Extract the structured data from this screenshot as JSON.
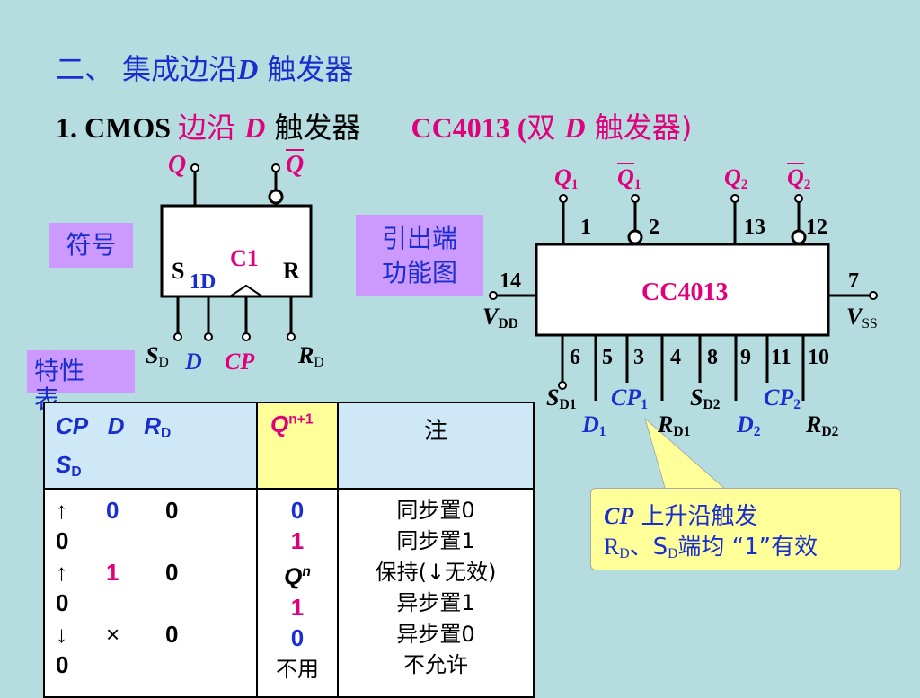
{
  "title": {
    "prefix": "二、 集成边沿",
    "d": "D",
    "suffix": " 触发器"
  },
  "subtitle": {
    "num": "1. CMOS ",
    "edge": "边沿 ",
    "d": "D",
    "trig": " 触发器",
    "chip": "CC4013 (",
    "dual": "双 ",
    "d2": "D",
    "trig2": " 触发器)"
  },
  "labels": {
    "symbol": "符号",
    "pinout_line1": "引出端",
    "pinout_line2": "功能图",
    "characteristic_line1": "特性",
    "characteristic_line2": "表"
  },
  "symbol": {
    "q": "Q",
    "qbar": "Q",
    "s": "S",
    "r": "R",
    "c1": "C1",
    "d1": "1D",
    "sd": "S",
    "sd_sub": "D",
    "d": "D",
    "cp": "CP",
    "rd": "R",
    "rd_sub": "D"
  },
  "chip": {
    "name": "CC4013",
    "top_pins": [
      "1",
      "2",
      "13",
      "12"
    ],
    "bottom_pins": [
      "6",
      "5",
      "3",
      "4",
      "8",
      "9",
      "11",
      "10"
    ],
    "left_pin": "14",
    "right_pin": "7",
    "vdd": "V",
    "vdd_sub": "DD",
    "vss": "V",
    "vss_sub": "SS",
    "q1": "Q",
    "q1_sub": "1",
    "q1bar": "Q",
    "q1bar_sub": "1",
    "q2": "Q",
    "q2_sub": "2",
    "q2bar": "Q",
    "q2bar_sub": "2",
    "sd1": "S",
    "sd1_sub": "D1",
    "cp1": "CP",
    "cp1_sub": "1",
    "sd2": "S",
    "sd2_sub": "D2",
    "cp2": "CP",
    "cp2_sub": "2",
    "d1": "D",
    "d1_sub": "1",
    "rd1": "R",
    "rd1_sub": "D1",
    "d2": "D",
    "d2_sub": "2",
    "rd2": "R",
    "rd2_sub": "D2"
  },
  "callout": {
    "line1_cp": "CP",
    "line1_text": " 上升沿触发",
    "line2_r": "R",
    "line2_rsub": "D",
    "line2_sep": "、S",
    "line2_ssub": "D",
    "line2_text": "端均 “1”有效"
  },
  "table": {
    "header": {
      "cp": "CP",
      "d": "D",
      "r": "R",
      "r_sub": "D",
      "s": "S",
      "s_sub": "D",
      "q": "Q",
      "q_sup": "n+1",
      "note": "注"
    },
    "rows": [
      {
        "cp": "↑",
        "d": "0",
        "r": "0",
        "s": "0",
        "q": "0",
        "note": "同步置0"
      },
      {
        "cp": "↑",
        "d": "1",
        "r": "0",
        "s": "0",
        "q": "1",
        "note": "同步置1"
      },
      {
        "cp": "↓",
        "d": "×",
        "r": "0",
        "s": "0",
        "q": "Q",
        "q_sup": "n",
        "note": "保持(↓无效)"
      },
      {
        "q": "1",
        "note": "异步置1"
      },
      {
        "q": "0",
        "note": "异步置0"
      },
      {
        "q": "不用",
        "note": "不允许"
      }
    ]
  },
  "colors": {
    "background": "#b5dde0",
    "pink": "#e0007c",
    "blue": "#1a2ecf",
    "label_bg": "#cc99ff",
    "callout_bg": "#ffff99"
  }
}
